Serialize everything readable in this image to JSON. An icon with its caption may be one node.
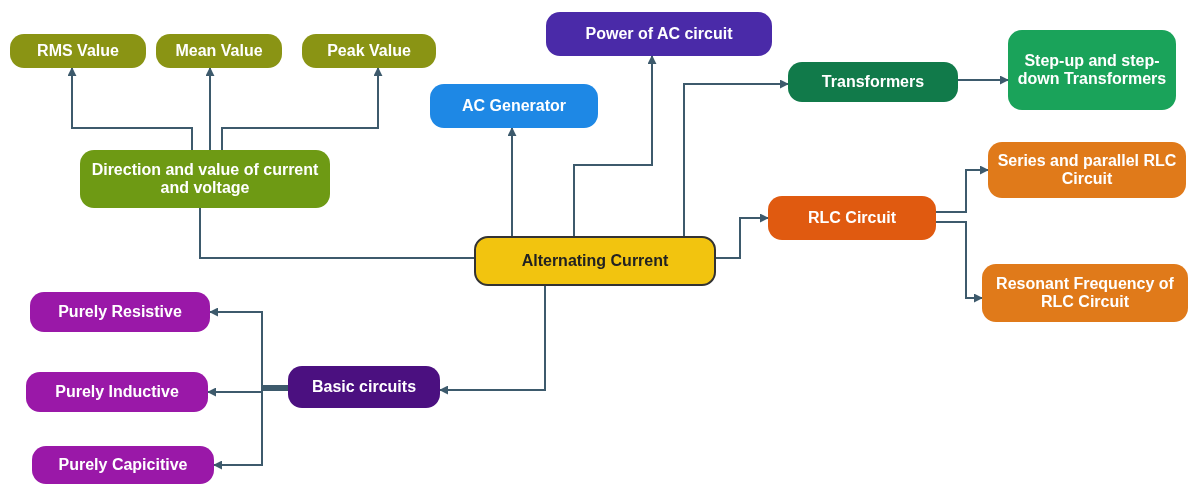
{
  "diagram": {
    "nodes": [
      {
        "text": [
          "Alternating Current"
        ]
      },
      {
        "text": [
          "Direction and value of current and voltage"
        ]
      },
      {
        "text": [
          "RMS Value"
        ]
      },
      {
        "text": [
          "Mean Value"
        ]
      },
      {
        "text": [
          "Peak Value"
        ]
      },
      {
        "text": [
          "AC Generator"
        ]
      },
      {
        "text": [
          "Power of AC circuit"
        ]
      },
      {
        "text": [
          "Transformers"
        ]
      },
      {
        "text": [
          "Step-up and step-down Transformers"
        ]
      },
      {
        "text": [
          "RLC Circuit"
        ]
      },
      {
        "text": [
          "Series and parallel RLC Circuit"
        ]
      },
      {
        "text": [
          "Resonant Frequency of RLC Circuit"
        ]
      },
      {
        "text": [
          "Basic circuits"
        ]
      },
      {
        "text": [
          "Purely Resistive"
        ]
      },
      {
        "text": [
          "Purely Inductive"
        ]
      },
      {
        "text": [
          "Purely Capicitive"
        ]
      }
    ],
    "edges": [
      {
        "from": 0,
        "to": 1,
        "arrow": "none"
      },
      {
        "from": 1,
        "to": 2,
        "arrow": "to"
      },
      {
        "from": 1,
        "to": 3,
        "arrow": "to"
      },
      {
        "from": 1,
        "to": 4,
        "arrow": "to"
      },
      {
        "from": 0,
        "to": 5,
        "arrow": "to"
      },
      {
        "from": 0,
        "to": 6,
        "arrow": "to"
      },
      {
        "from": 0,
        "to": 7,
        "arrow": "to"
      },
      {
        "from": 7,
        "to": 8,
        "arrow": "to"
      },
      {
        "from": 0,
        "to": 9,
        "arrow": "to"
      },
      {
        "from": 9,
        "to": 10,
        "arrow": "to"
      },
      {
        "from": 9,
        "to": 11,
        "arrow": "to"
      },
      {
        "from": 0,
        "to": 12,
        "arrow": "to"
      },
      {
        "from": 12,
        "to": 13,
        "arrow": "to"
      },
      {
        "from": 12,
        "to": 14,
        "arrow": "to"
      },
      {
        "from": 12,
        "to": 15,
        "arrow": "to"
      }
    ]
  }
}
